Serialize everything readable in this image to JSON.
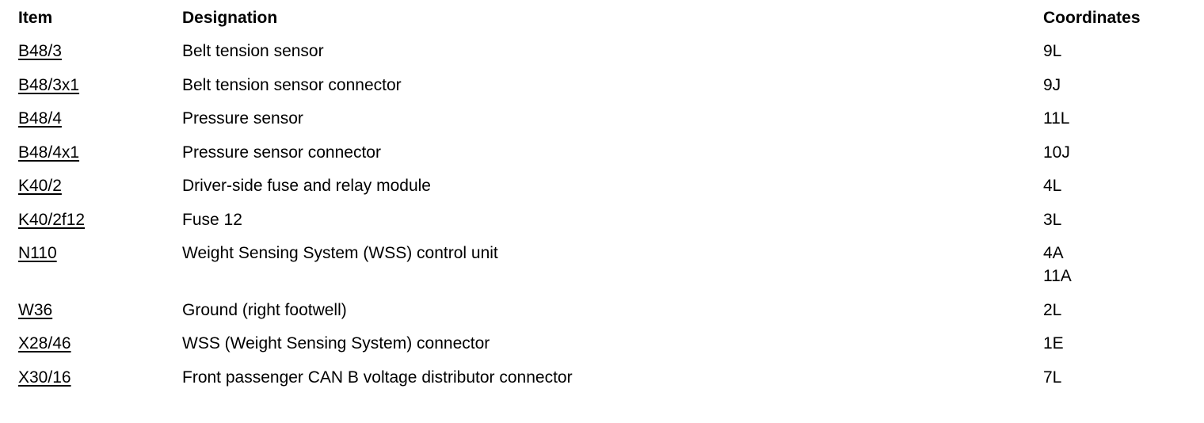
{
  "table": {
    "headers": {
      "item": "Item",
      "designation": "Designation",
      "coordinates": "Coordinates"
    },
    "rows": [
      {
        "item": "B48/3",
        "designation": "Belt tension sensor",
        "coordinates": [
          "9L"
        ]
      },
      {
        "item": "B48/3x1",
        "designation": "Belt tension sensor connector",
        "coordinates": [
          "9J"
        ]
      },
      {
        "item": "B48/4",
        "designation": "Pressure sensor",
        "coordinates": [
          "11L"
        ]
      },
      {
        "item": "B48/4x1",
        "designation": "Pressure sensor connector",
        "coordinates": [
          "10J"
        ]
      },
      {
        "item": "K40/2",
        "designation": "Driver-side fuse and relay module",
        "coordinates": [
          "4L"
        ]
      },
      {
        "item": "K40/2f12",
        "designation": "Fuse 12",
        "coordinates": [
          "3L"
        ]
      },
      {
        "item": "N110",
        "designation": "Weight Sensing System (WSS) control unit",
        "coordinates": [
          "4A",
          "11A"
        ]
      },
      {
        "item": "W36",
        "designation": "Ground (right footwell)",
        "coordinates": [
          "2L"
        ]
      },
      {
        "item": "X28/46",
        "designation": "WSS (Weight Sensing System) connector",
        "coordinates": [
          "1E"
        ]
      },
      {
        "item": "X30/16",
        "designation": "Front passenger CAN B voltage distributor connector",
        "coordinates": [
          "7L"
        ]
      }
    ]
  }
}
